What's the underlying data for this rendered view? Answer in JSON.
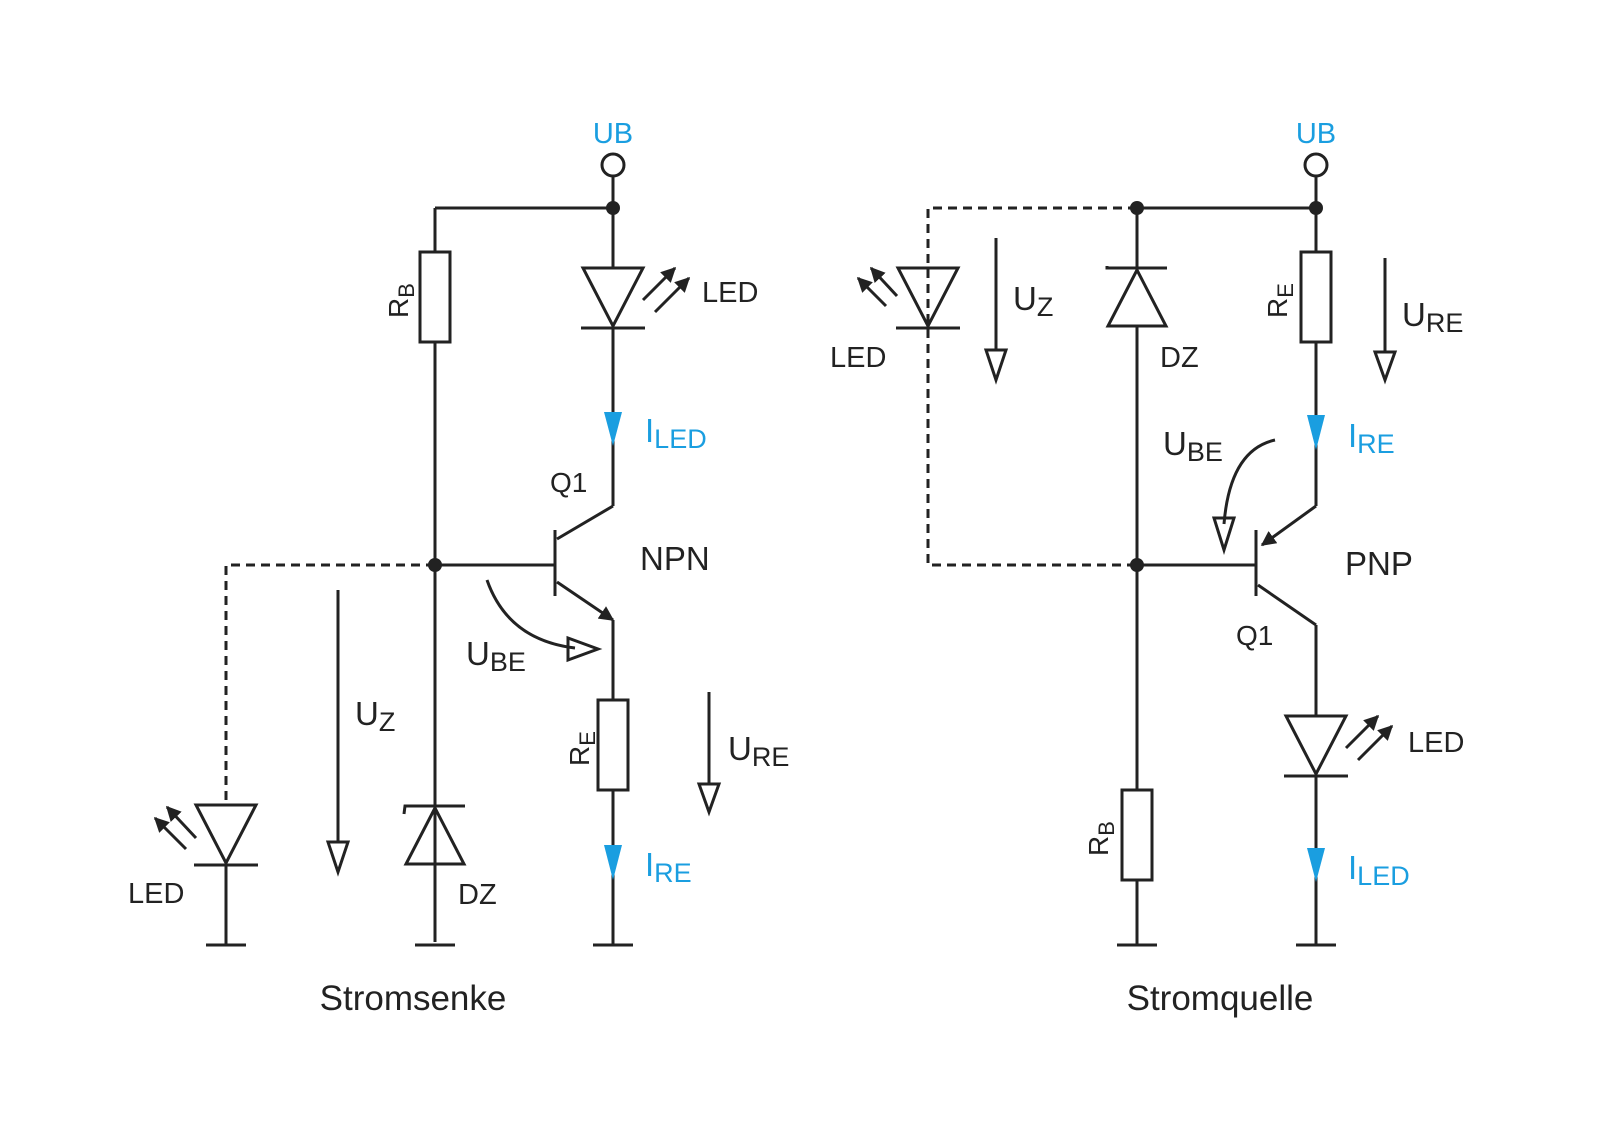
{
  "colors": {
    "line": "#222222",
    "accent": "#1a9ee0"
  },
  "left": {
    "caption": "Stromsenke",
    "supply": "UB",
    "rb": {
      "main": "R",
      "sub": "B"
    },
    "re": {
      "main": "R",
      "sub": "E"
    },
    "led_top": "LED",
    "led_bottom": "LED",
    "zener": "DZ",
    "transistor_name": "Q1",
    "transistor_type": "NPN",
    "i_led": {
      "main": "I",
      "sub": "LED"
    },
    "i_re": {
      "main": "I",
      "sub": "RE"
    },
    "u_be": {
      "main": "U",
      "sub": "BE"
    },
    "u_z": {
      "main": "U",
      "sub": "Z"
    },
    "u_re": {
      "main": "U",
      "sub": "RE"
    }
  },
  "right": {
    "caption": "Stromquelle",
    "supply": "UB",
    "rb": {
      "main": "R",
      "sub": "B"
    },
    "re": {
      "main": "R",
      "sub": "E"
    },
    "led_top": "LED",
    "led_bottom": "LED",
    "zener": "DZ",
    "transistor_name": "Q1",
    "transistor_type": "PNP",
    "i_led": {
      "main": "I",
      "sub": "LED"
    },
    "i_re": {
      "main": "I",
      "sub": "RE"
    },
    "u_be": {
      "main": "U",
      "sub": "BE"
    },
    "u_z": {
      "main": "U",
      "sub": "Z"
    },
    "u_re": {
      "main": "U",
      "sub": "RE"
    }
  }
}
